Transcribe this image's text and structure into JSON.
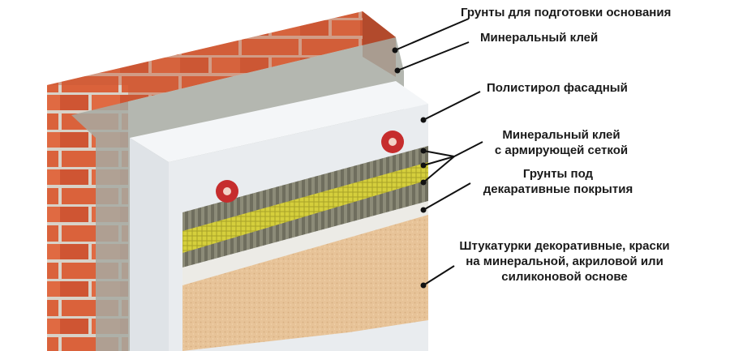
{
  "labels": {
    "primer_base": "Грунты для подготовки основания",
    "mineral_glue": "Минеральный клей",
    "polystyrene": "Полистирол фасадный",
    "glue_mesh": {
      "line1": "Минеральный клей",
      "line2": "с армирующей сеткой"
    },
    "primer_decor": {
      "line1": "Грунты под",
      "line2": "декаративные покрытия"
    },
    "plaster": {
      "line1": "Штукатурки декоративные, краски",
      "line2": "на минеральной, акриловой или",
      "line3": "силиконовой основе"
    }
  },
  "colors": {
    "brick": "#d9603a",
    "mortar": "#d8d2c8",
    "glue": "#a7aaa2",
    "polystyrene": "#e9ecef",
    "mesh": "#d2cc3a",
    "plaster": "#e7c398",
    "primer": "#ecebe6"
  }
}
